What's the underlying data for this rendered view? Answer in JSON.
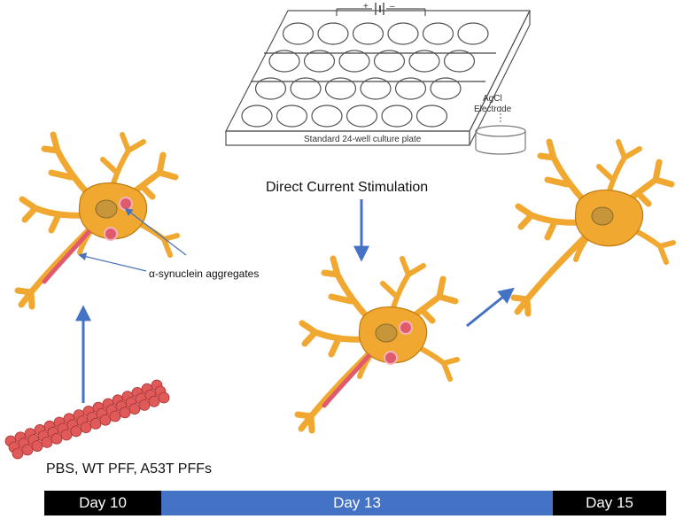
{
  "plate": {
    "caption": "Standard  24-well culture plate",
    "electrode_label_line1": "AgCl",
    "electrode_label_line2": "Electrode",
    "battery_plus": "+",
    "battery_minus": "–"
  },
  "stimulation_label": "Direct Current Stimulation",
  "aggregates_label": "α-synuclein aggregates",
  "treatment_label": "PBS, WT PFF, A53T PFFs",
  "timeline": {
    "day10": "Day 10",
    "day13": "Day 13",
    "day15": "Day 15",
    "day13_color": "#4472c4"
  },
  "colors": {
    "neuron_fill": "#f0a830",
    "neuron_stroke": "#c07a10",
    "nucleus": "#c8963a",
    "aggregate": "#e05a6e",
    "arrow": "#4472c4",
    "fibril": "#e05a5a"
  }
}
